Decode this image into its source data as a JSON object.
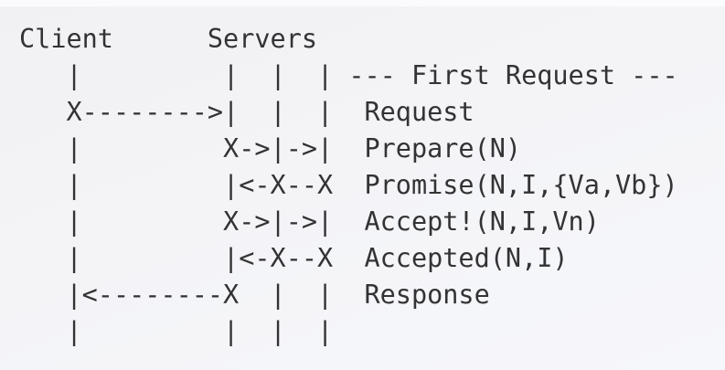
{
  "colors": {
    "background": "#f3f4f7",
    "text": "#333335"
  },
  "diagram": {
    "actors": {
      "client": "Client",
      "servers": "Servers"
    },
    "phase_title": "--- First Request ---",
    "message_labels": [
      "Request",
      "Prepare(N)",
      "Promise(N,I,{Va,Vb})",
      "Accept!(N,I,Vn)",
      "Accepted(N,I)",
      "Response"
    ],
    "lines": [
      "Client      Servers",
      "   |         |  |  | --- First Request ---",
      "   X-------->|  |  |  Request",
      "   |         X->|->|  Prepare(N)",
      "   |         |<-X--X  Promise(N,I,{Va,Vb})",
      "   |         X->|->|  Accept!(N,I,Vn)",
      "   |         |<-X--X  Accepted(N,I)",
      "   |<--------X  |  |  Response",
      "   |         |  |  |"
    ]
  }
}
